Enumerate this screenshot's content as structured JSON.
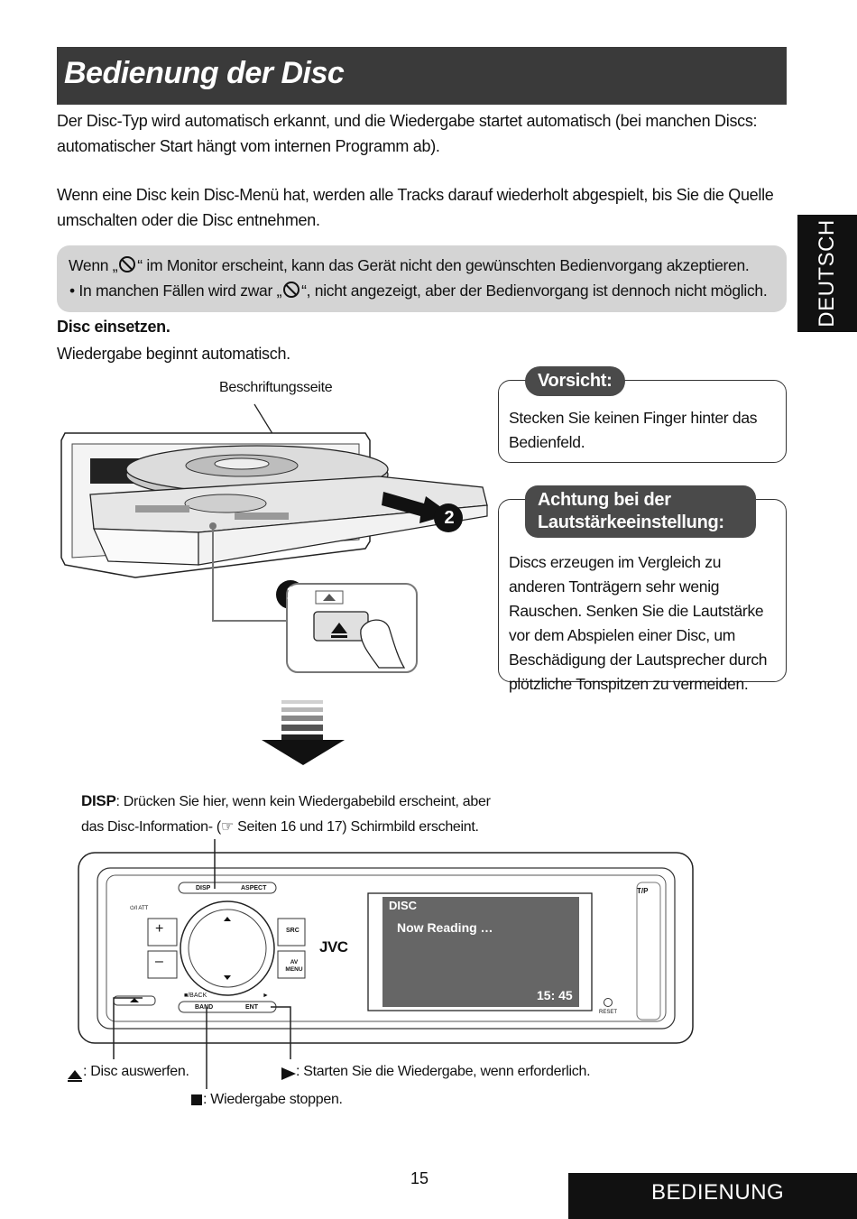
{
  "title": "Bedienung der Disc",
  "intro": [
    "Der Disc-Typ wird automatisch erkannt, und die Wiedergabe startet automatisch (bei manchen Discs: automatischer Start hängt vom internen Programm ab).",
    "Wenn eine Disc kein Disc-Menü hat, werden alle Tracks darauf wiederholt abgespielt, bis Sie die Quelle umschalten oder die Disc entnehmen."
  ],
  "note": {
    "line1_a": "Wenn „",
    "line1_b": "“ im Monitor erscheint, kann das Gerät nicht den gewünschten Bedienvorgang akzeptieren.",
    "line2_a": "•  In manchen Fällen wird zwar „",
    "line2_b": "“, nicht angezeigt, aber der Bedienvorgang ist dennoch nicht möglich."
  },
  "side_tab": "DEUTSCH",
  "insert": {
    "heading": "Disc einsetzen.",
    "text": "Wiedergabe beginnt automatisch.",
    "label_side": "Beschriftungsseite",
    "step1": "1",
    "step2": "2"
  },
  "caution": {
    "title": "Vorsicht:",
    "text": "Stecken Sie keinen Finger hinter das Bedienfeld."
  },
  "volume": {
    "title": "Achtung bei der Lautstärkeeinstellung:",
    "text": "Discs erzeugen im Vergleich zu anderen Tonträgern sehr wenig Rauschen. Senken Sie die Lautstärke vor dem Abspielen einer Disc, um Beschädigung der Lautsprecher durch plötzliche Tonspitzen zu vermeiden."
  },
  "disp_note": {
    "key": "DISP",
    "text1": ": Drücken Sie hier, wenn kein Wiedergabebild erscheint, aber",
    "text2": "das Disc-Information- (☞ Seiten 16 und 17) Schirmbild erscheint."
  },
  "unit": {
    "disp": "DISP",
    "aspect": "ASPECT",
    "tp": "T/P",
    "att": "⏻/I ATT",
    "src": "SRC",
    "av_menu": "AV MENU",
    "brand": "JVC",
    "back": "■/BACK",
    "band": "BAND",
    "ent": "ENT",
    "play": "►",
    "reset": "RESET",
    "plus": "+",
    "minus": "–",
    "screen_title": "DISC",
    "screen_status": "Now Reading …",
    "screen_time": "15: 45"
  },
  "captions": {
    "eject": ": Disc auswerfen.",
    "play": ": Starten Sie die Wiedergabe, wenn erforderlich.",
    "stop": ": Wiedergabe stoppen."
  },
  "page_number": "15",
  "section": "BEDIENUNG"
}
